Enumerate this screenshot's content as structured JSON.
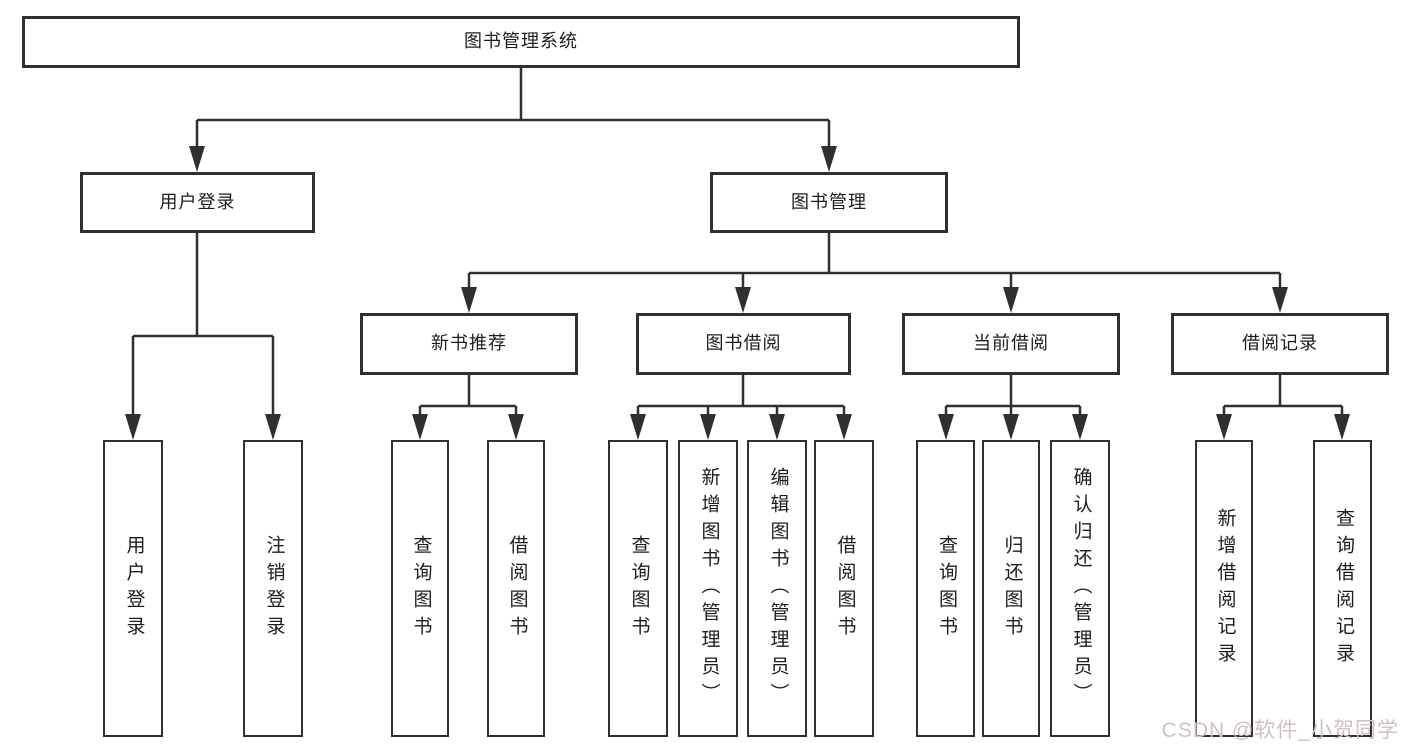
{
  "diagram": {
    "root": {
      "label": "图书管理系统"
    },
    "level2": [
      {
        "label": "用户登录"
      },
      {
        "label": "图书管理"
      }
    ],
    "level3": [
      {
        "label": "新书推荐"
      },
      {
        "label": "图书借阅"
      },
      {
        "label": "当前借阅"
      },
      {
        "label": "借阅记录"
      }
    ],
    "leaves": {
      "user_login": [
        "用户登录",
        "注销登录"
      ],
      "new_book": [
        "查询图书",
        "借阅图书"
      ],
      "book_borrow": [
        "查询图书",
        "新增图书（管理员）",
        "编辑图书（管理员）",
        "借阅图书"
      ],
      "current_borrow": [
        "查询图书",
        "归还图书",
        "确认归还（管理员）"
      ],
      "borrow_record": [
        "新增借阅记录",
        "查询借阅记录"
      ]
    }
  },
  "watermark": {
    "text": "CSDN @软件_小贺同学"
  },
  "colors": {
    "line": "#303030",
    "background": "#ffffff",
    "watermark_text": "#cdc1c1"
  }
}
